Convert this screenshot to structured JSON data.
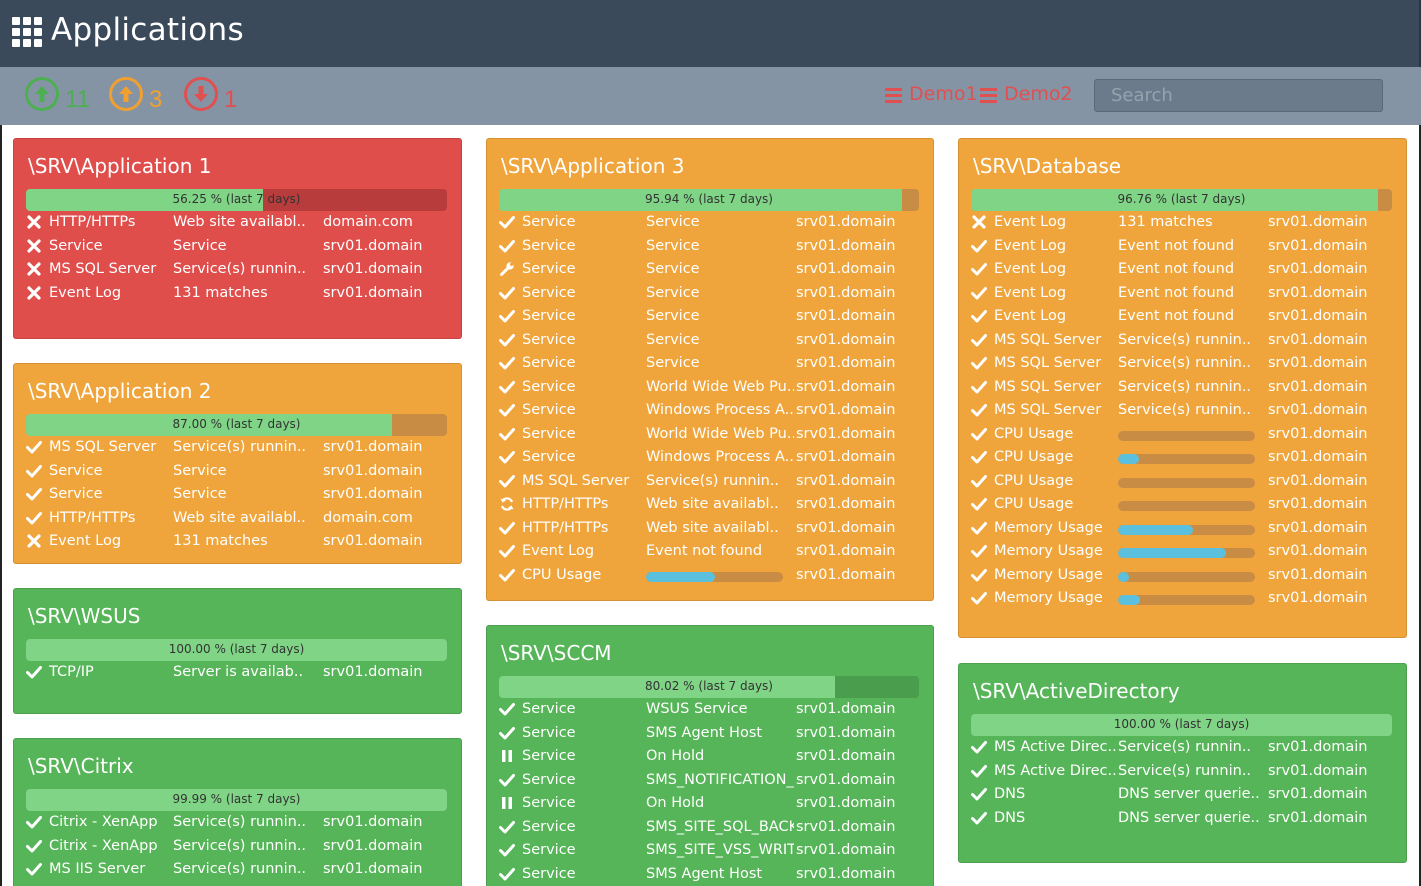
{
  "header": {
    "title": "Applications"
  },
  "toolbar": {
    "stats": [
      {
        "key": "up",
        "count": "11",
        "color": "#4caf50",
        "icon": "arrow-up-circle-icon"
      },
      {
        "key": "warning",
        "count": "3",
        "color": "#f0a030",
        "icon": "arrow-up-circle-icon"
      },
      {
        "key": "down",
        "count": "1",
        "color": "#e05050",
        "icon": "arrow-down-circle-icon"
      }
    ],
    "filters": [
      "Demo1",
      "Demo2"
    ],
    "search_placeholder": "Search"
  },
  "colors": {
    "red": "#e04e4c",
    "orange": "#f0a53c",
    "green": "#56b558",
    "uptime_fill": "#7fd585",
    "meter_fill": "#5bc0de"
  },
  "cards": [
    {
      "id": "app1",
      "title": "\\SRV\\Application 1",
      "status": "red",
      "uptime_pct": 56.25,
      "uptime_label": "56.25 % (last 7 days)",
      "rows": [
        {
          "icon": "x",
          "name": "HTTP/HTTPs",
          "detail": "Web site availabl..",
          "host": "domain.com"
        },
        {
          "icon": "x",
          "name": "Service",
          "detail": "Service",
          "host": "srv01.domain"
        },
        {
          "icon": "x",
          "name": "MS SQL Server",
          "detail": "Service(s) runnin..",
          "host": "srv01.domain"
        },
        {
          "icon": "x",
          "name": "Event Log",
          "detail": "131 matches",
          "host": "srv01.domain"
        }
      ]
    },
    {
      "id": "app2",
      "title": "\\SRV\\Application 2",
      "status": "orange",
      "uptime_pct": 87.0,
      "uptime_label": "87.00 % (last 7 days)",
      "rows": [
        {
          "icon": "check",
          "name": "MS SQL Server",
          "detail": "Service(s) runnin..",
          "host": "srv01.domain"
        },
        {
          "icon": "check",
          "name": "Service",
          "detail": "Service",
          "host": "srv01.domain"
        },
        {
          "icon": "check",
          "name": "Service",
          "detail": "Service",
          "host": "srv01.domain"
        },
        {
          "icon": "check",
          "name": "HTTP/HTTPs",
          "detail": "Web site availabl..",
          "host": "domain.com"
        },
        {
          "icon": "x",
          "name": "Event Log",
          "detail": "131 matches",
          "host": "srv01.domain"
        }
      ]
    },
    {
      "id": "wsus",
      "title": "\\SRV\\WSUS",
      "status": "green",
      "uptime_pct": 100.0,
      "uptime_label": "100.00 % (last 7 days)",
      "rows": [
        {
          "icon": "check",
          "name": "TCP/IP",
          "detail": "Server is availab..",
          "host": "srv01.domain"
        }
      ]
    },
    {
      "id": "citrix",
      "title": "\\SRV\\Citrix",
      "status": "green",
      "uptime_pct": 99.99,
      "uptime_label": "99.99 % (last 7 days)",
      "rows": [
        {
          "icon": "check",
          "name": "Citrix - XenApp",
          "detail": "Service(s) runnin..",
          "host": "srv01.domain"
        },
        {
          "icon": "check",
          "name": "Citrix - XenApp",
          "detail": "Service(s) runnin..",
          "host": "srv01.domain"
        },
        {
          "icon": "check",
          "name": "MS IIS Server",
          "detail": "Service(s) runnin..",
          "host": "srv01.domain"
        }
      ]
    },
    {
      "id": "app3",
      "title": "\\SRV\\Application 3",
      "status": "orange",
      "uptime_pct": 95.94,
      "uptime_label": "95.94 % (last 7 days)",
      "rows": [
        {
          "icon": "check",
          "name": "Service",
          "detail": "Service",
          "host": "srv01.domain"
        },
        {
          "icon": "check",
          "name": "Service",
          "detail": "Service",
          "host": "srv01.domain"
        },
        {
          "icon": "wrench",
          "name": "Service",
          "detail": "Service",
          "host": "srv01.domain"
        },
        {
          "icon": "check",
          "name": "Service",
          "detail": "Service",
          "host": "srv01.domain"
        },
        {
          "icon": "check",
          "name": "Service",
          "detail": "Service",
          "host": "srv01.domain"
        },
        {
          "icon": "check",
          "name": "Service",
          "detail": "Service",
          "host": "srv01.domain"
        },
        {
          "icon": "check",
          "name": "Service",
          "detail": "Service",
          "host": "srv01.domain"
        },
        {
          "icon": "check",
          "name": "Service",
          "detail": "World Wide Web Pu..",
          "host": "srv01.domain"
        },
        {
          "icon": "check",
          "name": "Service",
          "detail": "Windows Process A..",
          "host": "srv01.domain"
        },
        {
          "icon": "check",
          "name": "Service",
          "detail": "World Wide Web Pu..",
          "host": "srv01.domain"
        },
        {
          "icon": "check",
          "name": "Service",
          "detail": "Windows Process A..",
          "host": "srv01.domain"
        },
        {
          "icon": "check",
          "name": "MS SQL Server",
          "detail": "Service(s) runnin..",
          "host": "srv01.domain"
        },
        {
          "icon": "refresh",
          "name": "HTTP/HTTPs",
          "detail": "Web site availabl..",
          "host": "srv01.domain"
        },
        {
          "icon": "check",
          "name": "HTTP/HTTPs",
          "detail": "Web site availabl..",
          "host": "srv01.domain"
        },
        {
          "icon": "check",
          "name": "Event Log",
          "detail": "Event not found",
          "host": "srv01.domain"
        },
        {
          "icon": "check",
          "name": "CPU Usage",
          "meter": 0.5,
          "host": "srv01.domain"
        }
      ]
    },
    {
      "id": "sccm",
      "title": "\\SRV\\SCCM",
      "status": "green",
      "uptime_pct": 80.02,
      "uptime_label": "80.02 % (last 7 days)",
      "rows": [
        {
          "icon": "check",
          "name": "Service",
          "detail": "WSUS Service",
          "host": "srv01.domain"
        },
        {
          "icon": "check",
          "name": "Service",
          "detail": "SMS Agent Host",
          "host": "srv01.domain"
        },
        {
          "icon": "pause",
          "name": "Service",
          "detail": "On Hold",
          "host": "srv01.domain"
        },
        {
          "icon": "check",
          "name": "Service",
          "detail": "SMS_NOTIFICATION_..",
          "host": "srv01.domain"
        },
        {
          "icon": "pause",
          "name": "Service",
          "detail": "On Hold",
          "host": "srv01.domain"
        },
        {
          "icon": "check",
          "name": "Service",
          "detail": "SMS_SITE_SQL_BACK..",
          "host": "srv01.domain"
        },
        {
          "icon": "check",
          "name": "Service",
          "detail": "SMS_SITE_VSS_WRIT..",
          "host": "srv01.domain"
        },
        {
          "icon": "check",
          "name": "Service",
          "detail": "SMS Agent Host",
          "host": "srv01.domain"
        }
      ]
    },
    {
      "id": "database",
      "title": "\\SRV\\Database",
      "status": "orange",
      "uptime_pct": 96.76,
      "uptime_label": "96.76 % (last 7 days)",
      "rows": [
        {
          "icon": "x",
          "name": "Event Log",
          "detail": "131 matches",
          "host": "srv01.domain"
        },
        {
          "icon": "check",
          "name": "Event Log",
          "detail": "Event not found",
          "host": "srv01.domain"
        },
        {
          "icon": "check",
          "name": "Event Log",
          "detail": "Event not found",
          "host": "srv01.domain"
        },
        {
          "icon": "check",
          "name": "Event Log",
          "detail": "Event not found",
          "host": "srv01.domain"
        },
        {
          "icon": "check",
          "name": "Event Log",
          "detail": "Event not found",
          "host": "srv01.domain"
        },
        {
          "icon": "check",
          "name": "MS SQL Server",
          "detail": "Service(s) runnin..",
          "host": "srv01.domain"
        },
        {
          "icon": "check",
          "name": "MS SQL Server",
          "detail": "Service(s) runnin..",
          "host": "srv01.domain"
        },
        {
          "icon": "check",
          "name": "MS SQL Server",
          "detail": "Service(s) runnin..",
          "host": "srv01.domain"
        },
        {
          "icon": "check",
          "name": "MS SQL Server",
          "detail": "Service(s) runnin..",
          "host": "srv01.domain"
        },
        {
          "icon": "check",
          "name": "CPU Usage",
          "meter": 0.0,
          "host": "srv01.domain"
        },
        {
          "icon": "check",
          "name": "CPU Usage",
          "meter": 0.15,
          "host": "srv01.domain"
        },
        {
          "icon": "check",
          "name": "CPU Usage",
          "meter": 0.0,
          "host": "srv01.domain"
        },
        {
          "icon": "check",
          "name": "CPU Usage",
          "meter": 0.0,
          "host": "srv01.domain"
        },
        {
          "icon": "check",
          "name": "Memory Usage",
          "meter": 0.55,
          "host": "srv01.domain"
        },
        {
          "icon": "check",
          "name": "Memory Usage",
          "meter": 0.79,
          "host": "srv01.domain"
        },
        {
          "icon": "check",
          "name": "Memory Usage",
          "meter": 0.08,
          "host": "srv01.domain"
        },
        {
          "icon": "check",
          "name": "Memory Usage",
          "meter": 0.16,
          "host": "srv01.domain"
        }
      ]
    },
    {
      "id": "activedirectory",
      "title": "\\SRV\\ActiveDirectory",
      "status": "green",
      "uptime_pct": 100.0,
      "uptime_label": "100.00 % (last 7 days)",
      "rows": [
        {
          "icon": "check",
          "name": "MS Active Direc..",
          "detail": "Service(s) runnin..",
          "host": "srv01.domain"
        },
        {
          "icon": "check",
          "name": "MS Active Direc..",
          "detail": "Service(s) runnin..",
          "host": "srv01.domain"
        },
        {
          "icon": "check",
          "name": "DNS",
          "detail": "DNS server querie..",
          "host": "srv01.domain"
        },
        {
          "icon": "check",
          "name": "DNS",
          "detail": "DNS server querie..",
          "host": "srv01.domain"
        }
      ]
    }
  ]
}
